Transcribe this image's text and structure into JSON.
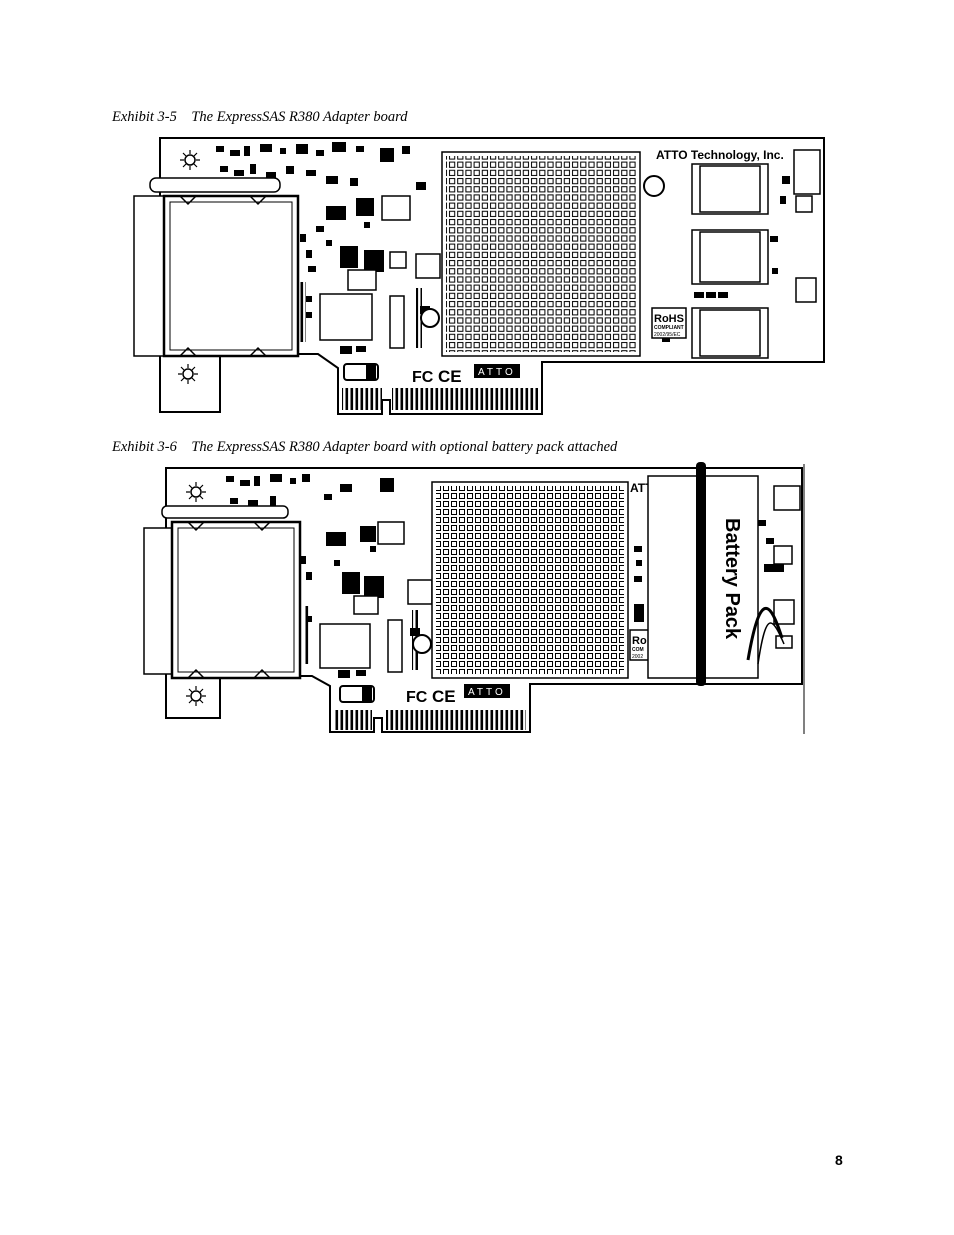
{
  "captions": {
    "exhibit_3_5": "Exhibit 3-5    The ExpressSAS R380 Adapter board",
    "exhibit_3_6": "Exhibit 3-6    The ExpressSAS R380 Adapter board with optional battery pack attached"
  },
  "board": {
    "company_text": "ATTO Technology, Inc.",
    "company_text_partial": "ATT",
    "logo_text": "ATTO",
    "fcc_mark": "FC",
    "ce_mark": "CE",
    "rohs_title": "RoHS",
    "rohs_sub": "COMPLIANT",
    "rohs_year": "2002/95/EC",
    "rohs_partial_title": "Ro",
    "rohs_partial_sub": "COM",
    "rohs_partial_year": "2002"
  },
  "battery": {
    "label": "Battery Pack"
  },
  "page_number": "8"
}
